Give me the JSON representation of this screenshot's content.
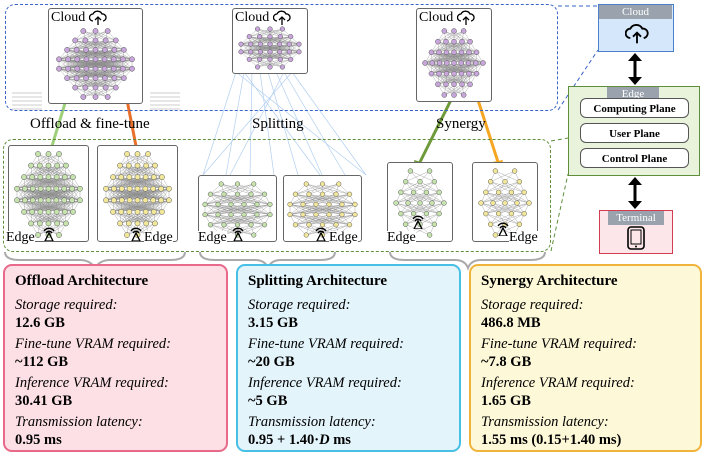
{
  "top": {
    "cloud_label_1": "Cloud",
    "cloud_label_2": "Cloud",
    "cloud_label_3": "Cloud",
    "offload_label": "Offload & fine-tune",
    "splitting_label": "Splitting",
    "synergy_label": "Synergy"
  },
  "edges": {
    "edge_1": "Edge",
    "edge_2": "Edge",
    "edge_3": "Edge",
    "edge_4": "Edge",
    "edge_5": "Edge",
    "edge_6": "Edge"
  },
  "side_panel": {
    "cloud_header": "Cloud",
    "edge_header": "Edge",
    "terminal_header": "Terminal",
    "planes": [
      "Computing Plane",
      "User Plane",
      "Control Plane"
    ]
  },
  "architectures": [
    {
      "title": "Offload Architecture",
      "storage_key": "Storage required:",
      "storage_val": "12.6 GB",
      "finetune_key": "Fine-tune VRAM required:",
      "finetune_val": "~112 GB",
      "inference_key": "Inference VRAM required:",
      "inference_val": "30.41 GB",
      "latency_key": "Transmission latency:",
      "latency_val": "0.95 ms"
    },
    {
      "title": "Splitting Architecture",
      "storage_key": "Storage required:",
      "storage_val": "3.15 GB",
      "finetune_key": "Fine-tune VRAM required:",
      "finetune_val": "~20 GB",
      "inference_key": "Inference VRAM required:",
      "inference_val": "~5 GB",
      "latency_key": "Transmission latency:",
      "latency_val_a": "0.95 + 1.40·",
      "latency_val_b": "D",
      "latency_val_c": " ms"
    },
    {
      "title": "Synergy Architecture",
      "storage_key": "Storage required:",
      "storage_val": "486.8 MB",
      "finetune_key": "Fine-tune VRAM required:",
      "finetune_val": "~7.8 GB",
      "inference_key": "Inference VRAM required:",
      "inference_val": "1.65 GB",
      "latency_key": "Transmission latency:",
      "latency_val": "1.55 ms (0.15+1.40 ms)"
    }
  ],
  "colors": {
    "offload_fill": "#fde0e6",
    "offload_border": "#e8698a",
    "splitting_fill": "#e3f4fb",
    "splitting_border": "#48c0e6",
    "synergy_fill": "#fdf8d8",
    "synergy_border": "#f0b43a",
    "cloud_region": "#3a63c7",
    "edge_region": "#5f8f3a",
    "node_purple": "#c8a6dc",
    "node_yellow": "#f3e89a",
    "node_green": "#c6e3ad"
  },
  "icons": {
    "cloud": "cloud-upload-icon",
    "antenna": "antenna-icon",
    "tablet": "tablet-icon",
    "arrow": "double-arrow-icon"
  }
}
